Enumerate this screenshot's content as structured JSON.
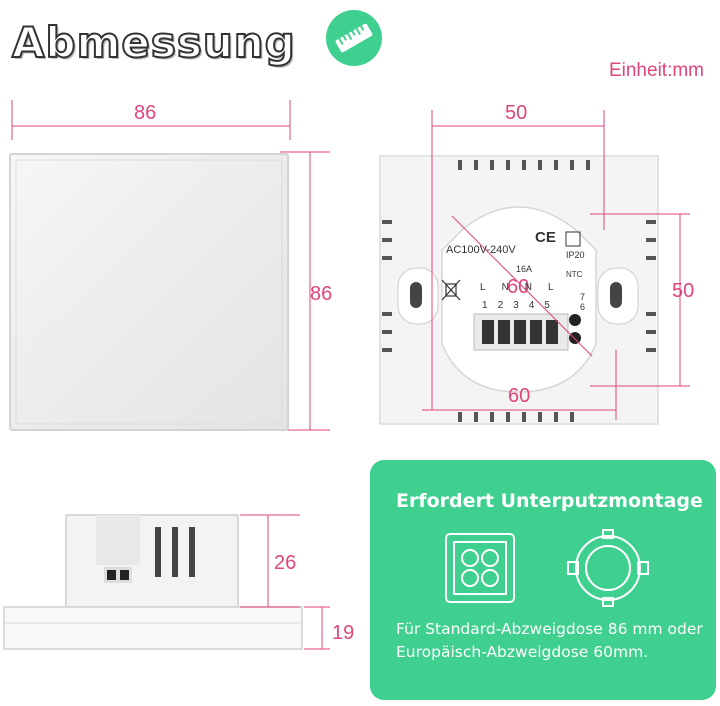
{
  "header": {
    "title": "Abmessung",
    "unit_label": "Einheit:mm",
    "ruler_icon": "ruler-icon"
  },
  "front_view": {
    "width_label": "86",
    "height_label": "86"
  },
  "back_view": {
    "top_width_label": "50",
    "right_height_label": "50",
    "diagonal_label": "60",
    "bottom_width_label": "60",
    "module_texts": {
      "voltage": "AC100V-240V",
      "ce": "CE",
      "ip": "IP20",
      "current": "16A",
      "ntc": "NTC",
      "terminal_letters": [
        "L",
        "N",
        "N",
        "L"
      ],
      "terminal_numbers": [
        "1",
        "2",
        "3",
        "4",
        "5"
      ],
      "ntc_numbers": [
        "7",
        "6"
      ]
    }
  },
  "side_view": {
    "body_depth_label": "26",
    "plate_depth_label": "19"
  },
  "mounting_card": {
    "title": "Erfordert Unterputzmontage",
    "description": "Für Standard-Abzweigdose 86 mm oder Europäisch-Abzweigdose 60mm.",
    "icons": [
      "square-junction-box-icon",
      "round-junction-box-icon"
    ],
    "background_color": "#3fcf8e"
  },
  "colors": {
    "dimension": "#e0457b",
    "accent": "#3fcf8e"
  }
}
